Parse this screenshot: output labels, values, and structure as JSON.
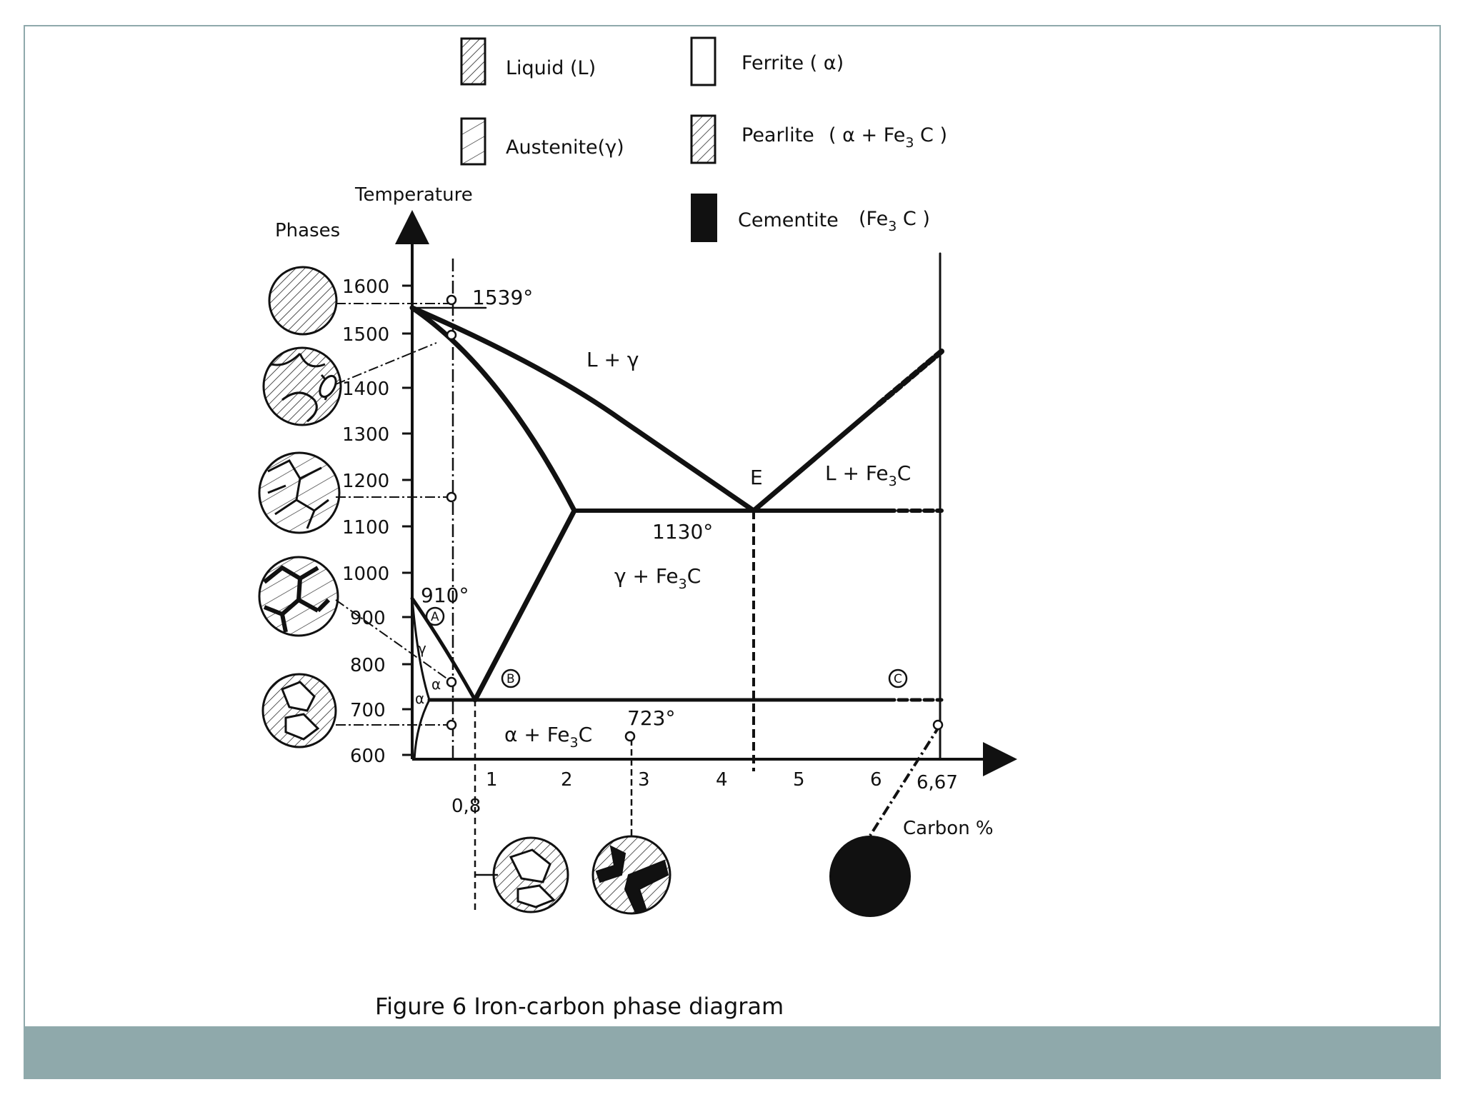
{
  "legend": {
    "liquid": "Liquid (L)",
    "austenite": "Austenite(γ)",
    "ferrite": "Ferrite ( α)",
    "pearlite_name": "Pearlite",
    "pearlite_formula": "( α +  Fe",
    "pearlite_sub": "3",
    "pearlite_tail": " C )",
    "cementite_name": "Cementite",
    "cementite_formula": "(Fe",
    "cementite_sub": "3",
    "cementite_tail": " C )"
  },
  "axes": {
    "y_title": "Temperature",
    "phases_title": "Phases",
    "x_title": "Carbon %",
    "y_ticks": [
      "1600",
      "1500",
      "1400",
      "1300",
      "1200",
      "1100",
      "1000",
      "900",
      "800",
      "700",
      "600"
    ],
    "x_ticks": [
      "1",
      "2",
      "3",
      "4",
      "5",
      "6",
      "6,67"
    ],
    "x_extra": "0,8"
  },
  "labels": {
    "t1539": "1539°",
    "t1130": "1130°",
    "t910": "910°",
    "t723": "723°",
    "l_gamma": "L  +  γ",
    "l_fe3c_a": "L  +  Fe",
    "l_fe3c_sub": "3",
    "l_fe3c_b": "C",
    "g_fe3c_a": "γ  +  Fe",
    "g_fe3c_sub": "3",
    "g_fe3c_b": "C",
    "a_fe3c_a": "α  +  Fe",
    "a_fe3c_sub": "3",
    "a_fe3c_b": "C",
    "point_e": "E",
    "circle_a": "A",
    "circle_b": "B",
    "circle_c": "C",
    "gamma_small": "γ",
    "alpha_small1": "α",
    "alpha_small2": "α"
  },
  "caption": "Figure 6  Iron-carbon phase diagram"
}
